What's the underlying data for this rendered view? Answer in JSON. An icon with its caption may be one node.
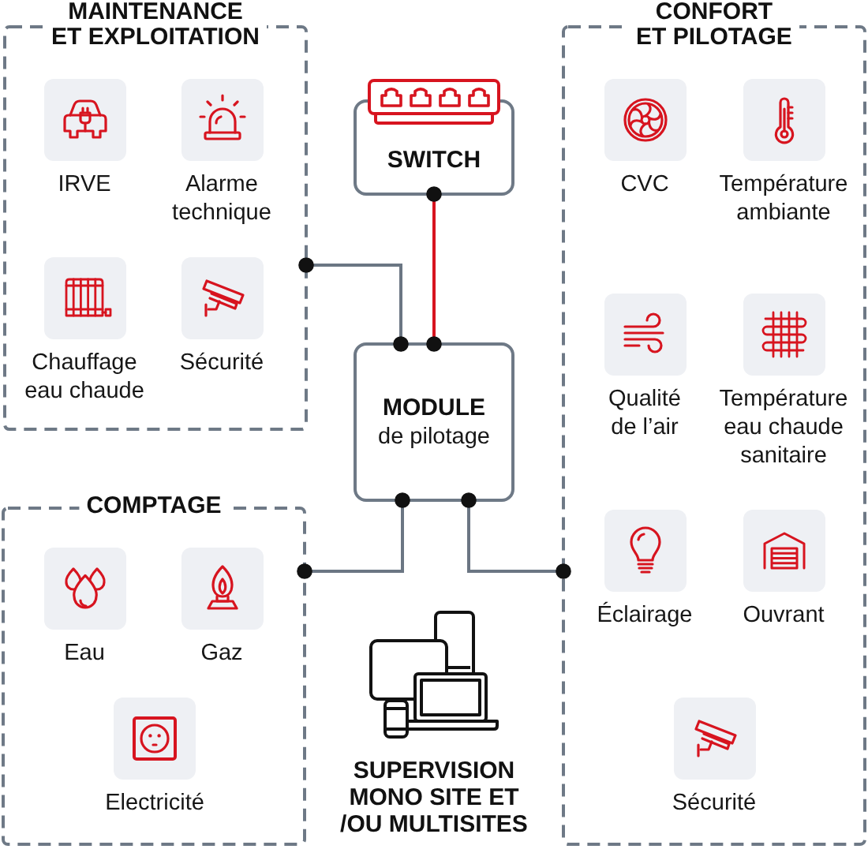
{
  "diagram": {
    "nodes": [
      {
        "text": [
          "MAINTENANCE ET EXPLOITATION"
        ]
      },
      {
        "text": [
          "IRVE"
        ],
        "in": 0
      },
      {
        "text": [
          "Alarme technique"
        ],
        "in": 0
      },
      {
        "text": [
          "Chauffage eau chaude"
        ],
        "in": 0
      },
      {
        "text": [
          "Sécurité"
        ],
        "in": 0
      },
      {
        "text": [
          "SWITCH"
        ]
      },
      {
        "text": [
          "CONFORT ET PILOTAGE"
        ]
      },
      {
        "text": [
          "CVC"
        ],
        "in": 6
      },
      {
        "text": [
          "Température ambiante"
        ],
        "in": 6
      },
      {
        "text": [
          "Qualité de l’air"
        ],
        "in": 6
      },
      {
        "text": [
          "Température eau chaude sanitaire"
        ],
        "in": 6
      },
      {
        "text": [
          "Éclairage"
        ],
        "in": 6
      },
      {
        "text": [
          "Ouvrant"
        ],
        "in": 6
      },
      {
        "text": [
          "Sécurité"
        ],
        "in": 6
      },
      {
        "text": [
          "MODULE",
          "de pilotage"
        ]
      },
      {
        "text": [
          "COMPTAGE"
        ]
      },
      {
        "text": [
          "Eau"
        ],
        "in": 15
      },
      {
        "text": [
          "Gaz"
        ],
        "in": 15
      },
      {
        "text": [
          "Electricité"
        ],
        "in": 15
      },
      {
        "text": [
          "SUPERVISION MONO SITE ET /OU MULTISITES"
        ]
      }
    ],
    "edges": [
      {
        "from": 0,
        "to": 14,
        "arrow": "other"
      },
      {
        "from": 5,
        "to": 14,
        "arrow": "other",
        "color": "#d7141f"
      },
      {
        "from": 14,
        "to": 15,
        "arrow": "other"
      },
      {
        "from": 14,
        "to": 6,
        "arrow": "other"
      }
    ]
  }
}
